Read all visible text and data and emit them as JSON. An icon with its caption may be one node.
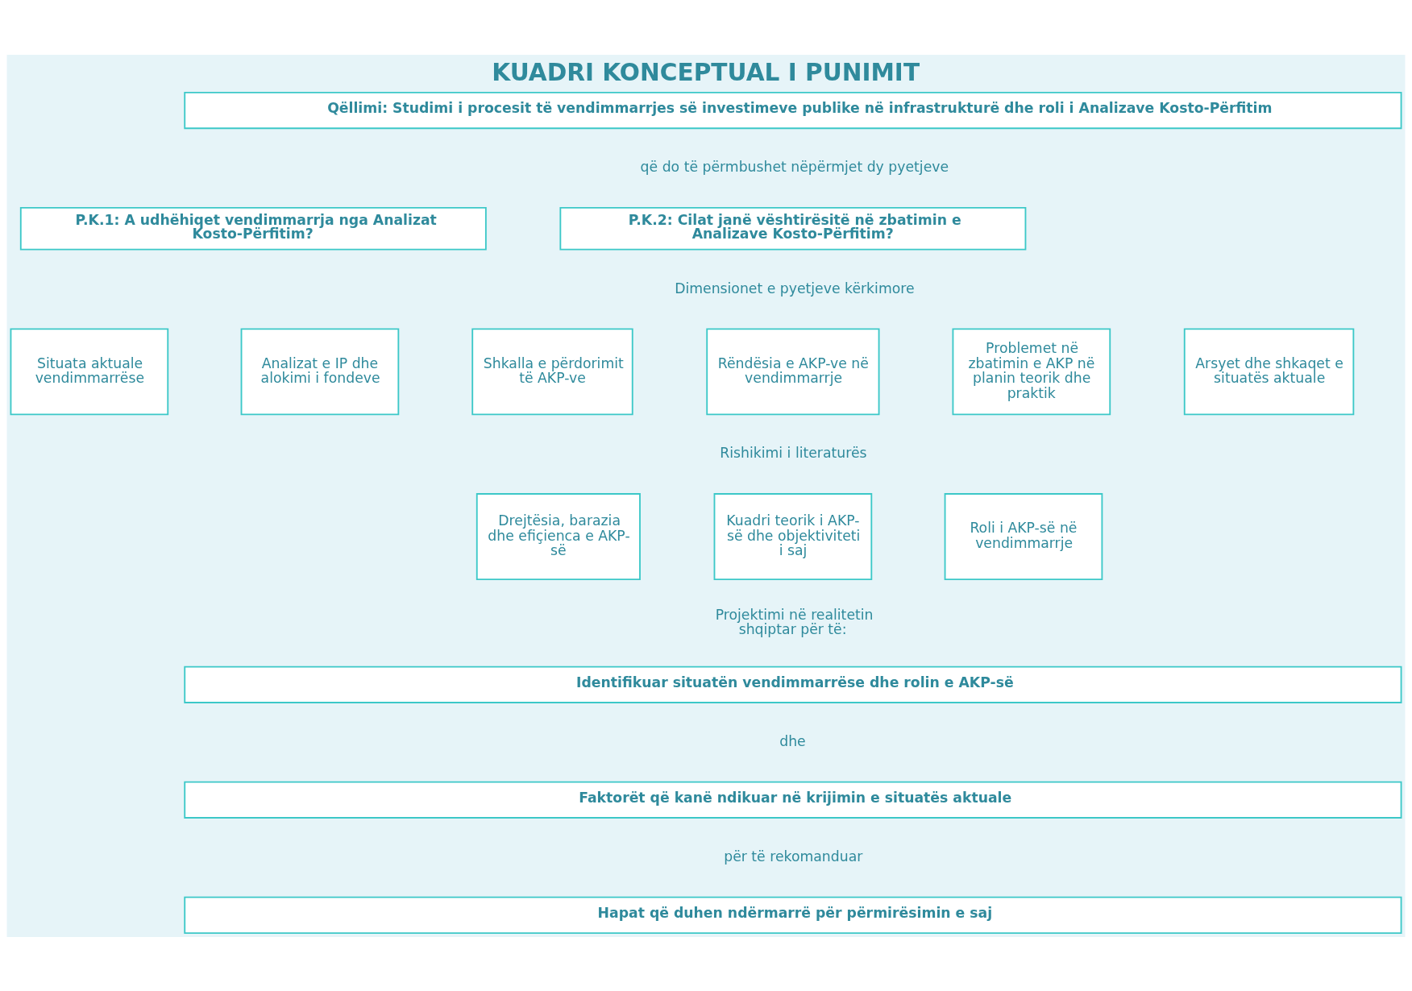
{
  "diagram": {
    "title": "KUADRI KONCEPTUAL I PUNIMIT",
    "nodes": [
      {
        "text": [
          "Qëllimi: Studimi i procesit të vendimmarrjes së investimeve publike në infrastrukturë dhe roli i Analizave Kosto-Përfitim"
        ]
      },
      {
        "text": [
          "P.K.1: A udhëhiqet vendimmarrja nga Analizat Kosto-Përfitim?"
        ]
      },
      {
        "text": [
          "P.K.2: Cilat janë vështirësitë në zbatimin e Analizave Kosto-Përfitim?"
        ]
      },
      {
        "text": [
          "Situata aktuale vendimmarrëse"
        ]
      },
      {
        "text": [
          "Analizat e IP dhe alokimi i fondeve"
        ]
      },
      {
        "text": [
          "Shkalla e përdorimit të AKP-ve"
        ]
      },
      {
        "text": [
          "Rëndësia e AKP-ve në vendimmarrje"
        ]
      },
      {
        "text": [
          "Problemet në zbatimin e AKP në planin teorik dhe praktik"
        ]
      },
      {
        "text": [
          "Arsyet dhe shkaqet e situatës aktuale"
        ]
      },
      {
        "text": [
          "Drejtësia, barazia dhe efiçienca e AKP-së"
        ]
      },
      {
        "text": [
          "Kuadri teorik i AKP-së dhe objektiviteti i saj"
        ]
      },
      {
        "text": [
          "Roli i AKP-së në vendimmarrje"
        ]
      },
      {
        "text": [
          "Identifikuar situatën vendimmarrëse dhe rolin e AKP-së"
        ]
      },
      {
        "text": [
          "Faktorët që kanë ndikuar në krijimin e situatës aktuale"
        ]
      },
      {
        "text": [
          "Hapat që duhen ndërmarrë për përmirësimin e saj"
        ]
      }
    ],
    "edges": [],
    "labels": [
      "që do të përmbushet nëpërmjet dy pyetjeve",
      "Dimensionet e pyetjeve kërkimore",
      "Rishikimi i literaturës",
      "Projektimi në realitetin shqiptar për të:",
      "dhe",
      "për të rekomanduar"
    ]
  }
}
